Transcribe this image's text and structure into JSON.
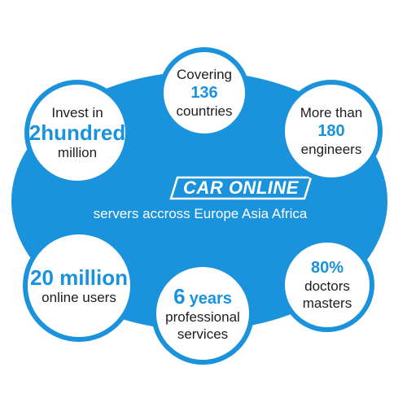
{
  "brand": "CAR ONLINE",
  "subtitle": "servers accross Europe Asia Africa",
  "colors": {
    "primary": "#1a93dc",
    "bubble_fill": "#ffffff",
    "text_dark": "#1d1d1d"
  },
  "stats": {
    "coverage": {
      "prefix": "Covering",
      "number": "136",
      "suffix": "countries"
    },
    "investment": {
      "prefix": "Invest in",
      "number": "2",
      "number_word": "hundred",
      "suffix": "million"
    },
    "engineers": {
      "prefix": "More than",
      "number": "180",
      "suffix": "engineers"
    },
    "users": {
      "number": "20 million",
      "suffix": "online users"
    },
    "experience": {
      "number": "6",
      "number_word": "years",
      "line2": "professional",
      "line3": "services"
    },
    "staff": {
      "number": "80%",
      "line2": "doctors",
      "line3": "masters"
    }
  }
}
